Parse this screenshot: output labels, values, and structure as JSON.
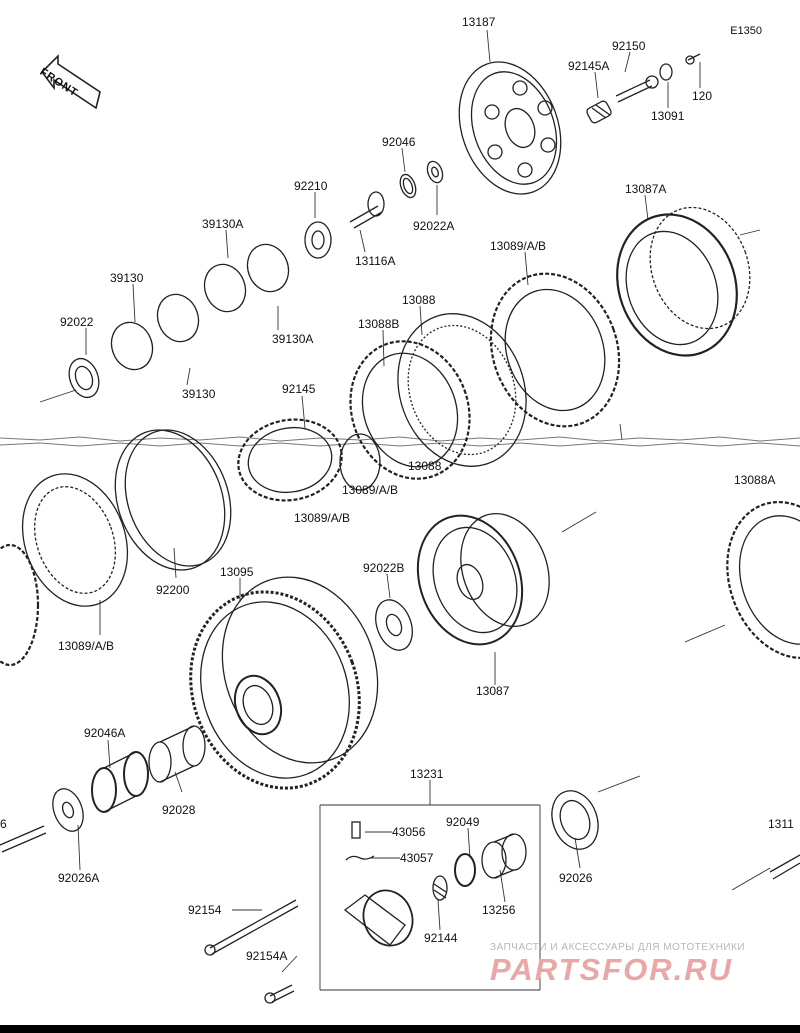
{
  "diagram_code": "E1350",
  "front_label": "FRONT",
  "watermark": {
    "tagline": "ЗАПЧАСТИ И АКСЕССУАРЫ ДЛЯ МОТОТЕХНИКИ",
    "brand": "PARTSFOR.RU"
  },
  "part_labels": {
    "p13187": "13187",
    "p92150": "92150",
    "p92145a": "92145A",
    "p120": "120",
    "p13091": "13091",
    "p92046": "92046",
    "p92022a": "92022A",
    "p92210": "92210",
    "p13116a": "13116A",
    "p13087a": "13087A",
    "p39130a_top": "39130A",
    "p39130_top": "39130",
    "p39130a_bot": "39130A",
    "p39130_bot": "39130",
    "p92022": "92022",
    "p13089ab_top": "13089/A/B",
    "p13088_top": "13088",
    "p13088b": "13088B",
    "p92145": "92145",
    "p13088_mid": "13088",
    "p13089ab_mid": "13089/A/B",
    "p13089ab_low": "13089/A/B",
    "p13088a": "13088A",
    "p92200": "92200",
    "p13095": "13095",
    "p92022b": "92022B",
    "p13089ab_left": "13089/A/B",
    "p13087": "13087",
    "p13231": "13231",
    "p92046a": "92046A",
    "p92028": "92028",
    "p92026a": "92026A",
    "p43056": "43056",
    "p43057": "43057",
    "p92049": "92049",
    "p92026": "92026",
    "p13256": "13256",
    "p92154": "92154",
    "p92144": "92144",
    "p92154a": "92154A",
    "p_left_cut": "6",
    "p_right_cut": "1311"
  }
}
